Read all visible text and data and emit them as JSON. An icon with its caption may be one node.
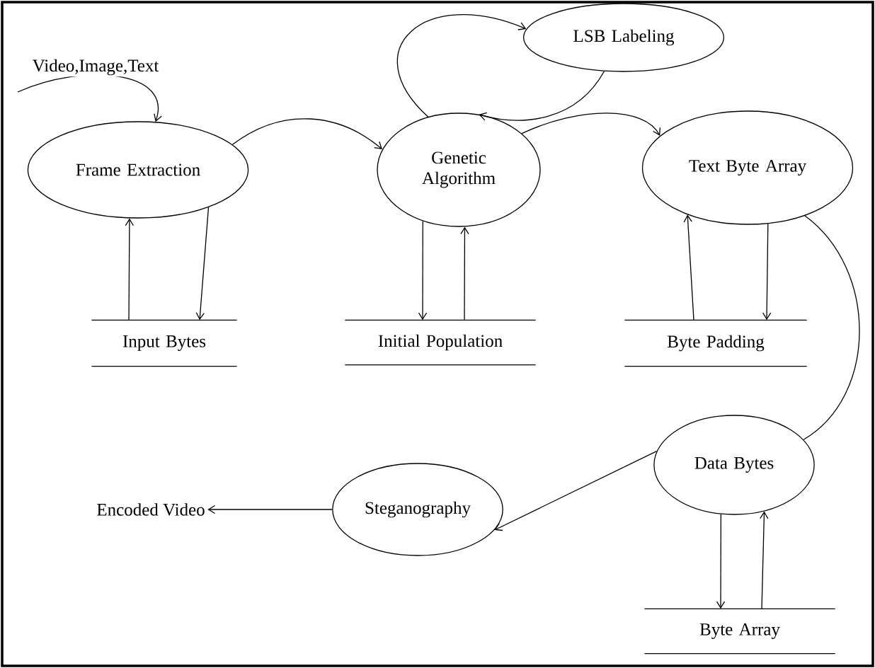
{
  "diagram": {
    "nodes": [
      {
        "text": [
          "Frame Extraction"
        ]
      },
      {
        "text": [
          "Genetic Algorithm"
        ]
      },
      {
        "text": [
          "LSB Labeling"
        ]
      },
      {
        "text": [
          "Text Byte Array"
        ]
      },
      {
        "text": [
          "Input Bytes"
        ]
      },
      {
        "text": [
          "Initial Population"
        ]
      },
      {
        "text": [
          "Byte Padding"
        ]
      },
      {
        "text": [
          "Data Bytes"
        ]
      },
      {
        "text": [
          "Byte Array"
        ]
      },
      {
        "text": [
          "Steganography"
        ]
      },
      {
        "text": [
          "Encoded Video"
        ]
      }
    ],
    "edges": [
      {
        "from": null,
        "to": 0,
        "arrow": "to",
        "label": "Video,Image,Text"
      },
      {
        "from": 0,
        "to": 1,
        "arrow": "to"
      },
      {
        "from": 1,
        "to": 2,
        "arrow": "to"
      },
      {
        "from": 2,
        "to": 1,
        "arrow": "to"
      },
      {
        "from": 1,
        "to": 3,
        "arrow": "to"
      },
      {
        "from": 4,
        "to": 0,
        "arrow": "to"
      },
      {
        "from": 0,
        "to": 4,
        "arrow": "to"
      },
      {
        "from": 1,
        "to": 5,
        "arrow": "to"
      },
      {
        "from": 5,
        "to": 1,
        "arrow": "to"
      },
      {
        "from": 6,
        "to": 3,
        "arrow": "to"
      },
      {
        "from": 3,
        "to": 6,
        "arrow": "to"
      },
      {
        "from": 3,
        "to": 7,
        "arrow": "none"
      },
      {
        "from": 7,
        "to": 8,
        "arrow": "to"
      },
      {
        "from": 8,
        "to": 7,
        "arrow": "to"
      },
      {
        "from": 7,
        "to": 9,
        "arrow": "to"
      },
      {
        "from": 9,
        "to": 10,
        "arrow": "to"
      }
    ]
  }
}
